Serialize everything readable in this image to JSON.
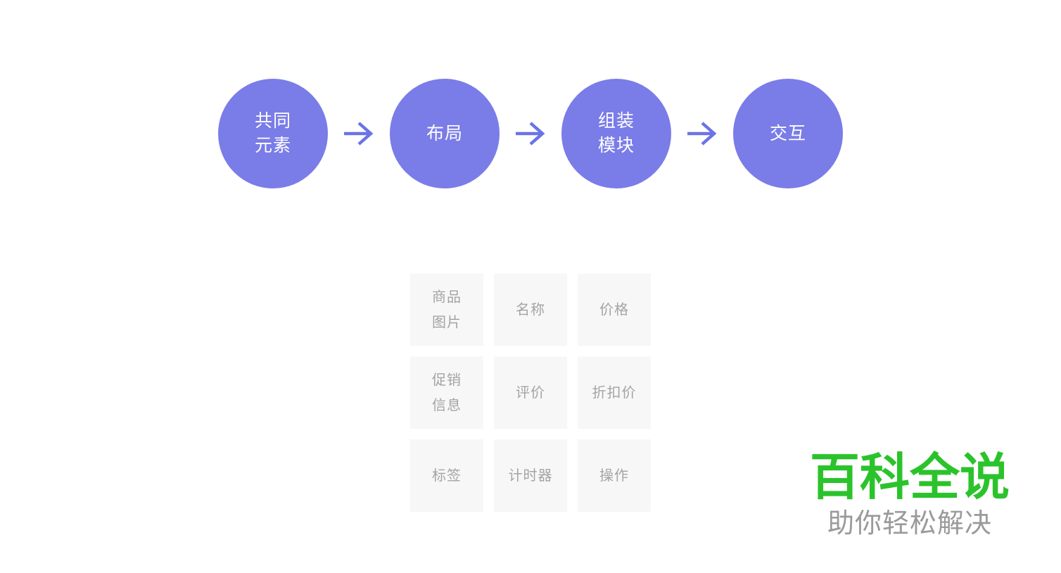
{
  "flow": {
    "steps": [
      {
        "label": "共同\n元素"
      },
      {
        "label": "布局"
      },
      {
        "label": "组装\n模块"
      },
      {
        "label": "交互"
      }
    ]
  },
  "grid": {
    "cells": [
      {
        "label": "商品\n图片"
      },
      {
        "label": "名称"
      },
      {
        "label": "价格"
      },
      {
        "label": "促销\n信息"
      },
      {
        "label": "评价"
      },
      {
        "label": "折扣价"
      },
      {
        "label": "标签"
      },
      {
        "label": "计时器"
      },
      {
        "label": "操作"
      }
    ]
  },
  "logo": {
    "title": "百科全说",
    "subtitle": "助你轻松解决"
  },
  "colors": {
    "circle_fill": "#7a7ce8",
    "circle_text": "#ffffff",
    "arrow": "#6b73e6",
    "cell_bg": "#f7f7f7",
    "cell_text": "#a4a4a4",
    "logo_green": "#2bc32b",
    "logo_subtitle": "#9a9a9a",
    "background": "#ffffff"
  }
}
